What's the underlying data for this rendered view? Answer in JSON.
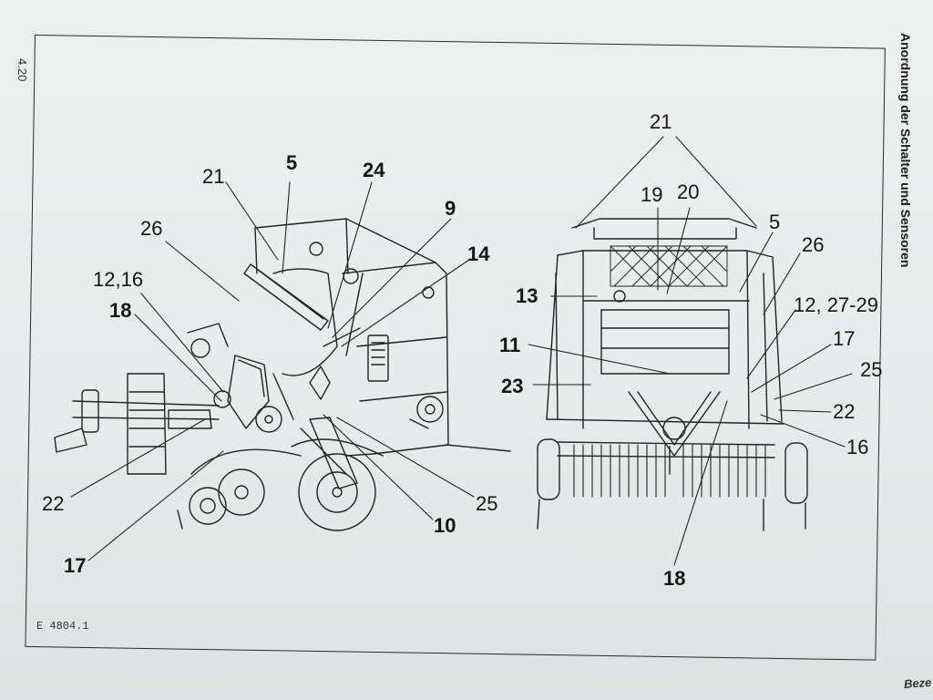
{
  "page_number": "4.20",
  "side_title": "Anordnung der Schalter und Sensoren",
  "figure_code": "E 4804.1",
  "corner_text": "Beze",
  "left_view": {
    "labels": [
      "21",
      "5",
      "24",
      "9",
      "14",
      "26",
      "12,16",
      "18",
      "22",
      "17",
      "10",
      "25"
    ]
  },
  "right_view": {
    "labels": [
      "21",
      "19",
      "20",
      "5",
      "26",
      "13",
      "12, 27-29",
      "11",
      "17",
      "25",
      "23",
      "22",
      "16",
      "18"
    ]
  }
}
